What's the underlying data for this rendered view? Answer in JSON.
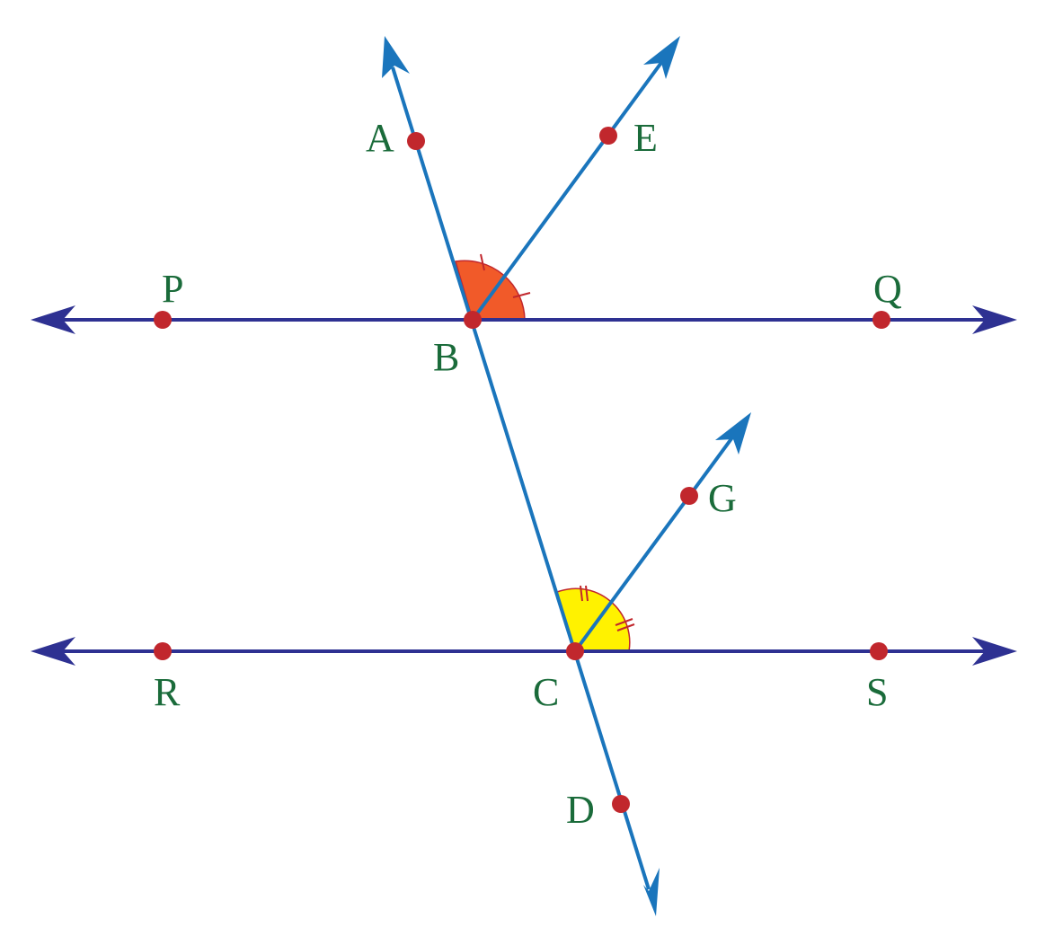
{
  "diagram": {
    "colors": {
      "horizontal_line": "#2e3192",
      "transversal": "#1a75bc",
      "point": "#c1272d",
      "label": "#1a6b3a",
      "angle_b_fill": "#f15a29",
      "angle_c_fill": "#fff200",
      "tick": "#c1272d"
    },
    "points": {
      "A": "A",
      "B": "B",
      "C": "C",
      "D": "D",
      "E": "E",
      "G": "G",
      "P": "P",
      "Q": "Q",
      "R": "R",
      "S": "S"
    }
  }
}
